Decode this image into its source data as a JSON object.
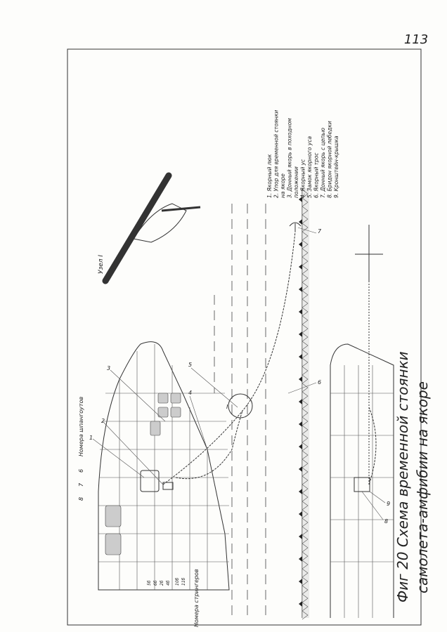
{
  "page_number": "113",
  "figure": {
    "title_line1": "Фиг 20  Схема  временной  стоянки",
    "title_line2": "самолета-амфибии на якоре"
  },
  "detail_label": "Узел I",
  "axis_labels": {
    "frames": "Номера шпангоутов",
    "stringers": "Номера стрингеров"
  },
  "frame_numbers": [
    "8",
    "7",
    "6"
  ],
  "stringer_numbers": [
    "5б",
    "6б",
    "2б",
    "4б",
    "10б",
    "11б"
  ],
  "callouts": [
    "1",
    "2",
    "3",
    "4",
    "5",
    "6",
    "7",
    "8",
    "9",
    "I"
  ],
  "legend": [
    "1.  Якорный люк",
    "2.  Упор для временной стоянки",
    "      на якоре",
    "3.  Донный якорь в  походном",
    "      положении",
    "4.  Якорный ус",
    "5.  Замок якорного уса",
    "6.  Якорный трос",
    "7.  Донный якорь с цепью",
    "8.  Бридон якорной лебедки",
    "9.  Кронштейн-крышка"
  ]
}
